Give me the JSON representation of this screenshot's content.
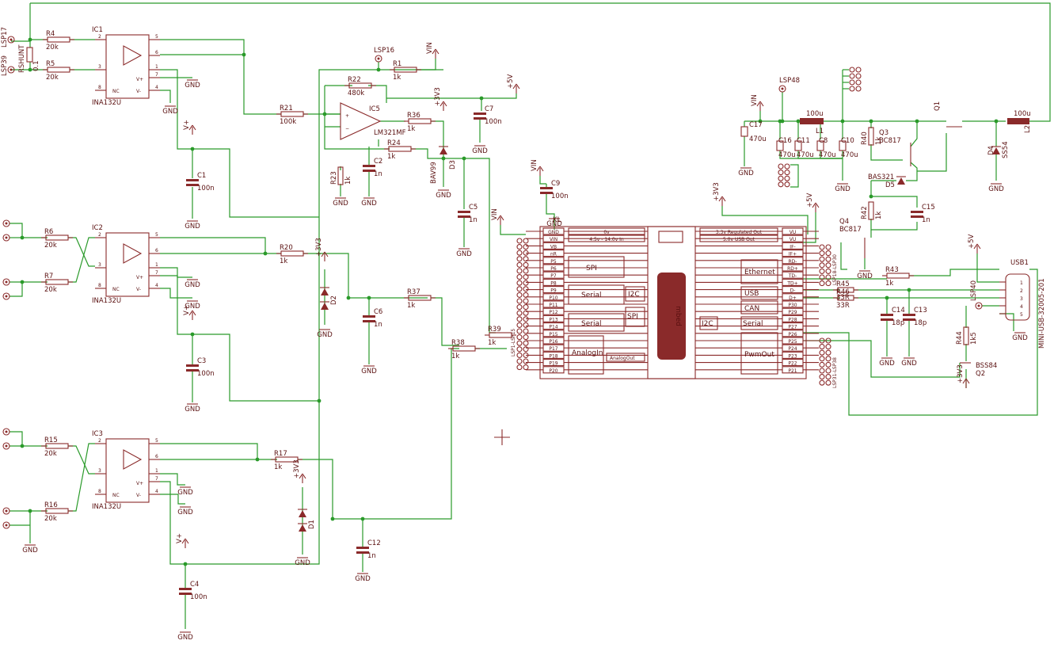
{
  "op_amps": [
    {
      "ref": "IC1",
      "part": "INA132U"
    },
    {
      "ref": "IC2",
      "part": "INA132U"
    },
    {
      "ref": "IC3",
      "part": "INA132U"
    },
    {
      "ref": "IC5",
      "part": "LM321MF"
    }
  ],
  "opamp_pins": {
    "p2": "2",
    "p3": "3",
    "p5": "5",
    "p6": "6",
    "p1": "1",
    "p7": "7",
    "p8": "8",
    "p4": "4",
    "nc": "NC",
    "vp": "V+",
    "vm": "V-"
  },
  "connectors": [
    "LSP17",
    "LSP39",
    "LSP16",
    "LSP48",
    "LSP40"
  ],
  "rshunt": {
    "ref": "RSHUNT",
    "val": "0.1"
  },
  "resistors": [
    {
      "ref": "R4",
      "val": "20k"
    },
    {
      "ref": "R5",
      "val": "20k"
    },
    {
      "ref": "R6",
      "val": "20k"
    },
    {
      "ref": "R7",
      "val": "20k"
    },
    {
      "ref": "R15",
      "val": "20k"
    },
    {
      "ref": "R16",
      "val": "20k"
    },
    {
      "ref": "R21",
      "val": "100k"
    },
    {
      "ref": "R22",
      "val": "480k"
    },
    {
      "ref": "R1",
      "val": "1k"
    },
    {
      "ref": "R36",
      "val": "1k"
    },
    {
      "ref": "R24",
      "val": "1k"
    },
    {
      "ref": "R23",
      "val": "1k"
    },
    {
      "ref": "R20",
      "val": "1k"
    },
    {
      "ref": "R37",
      "val": "1k"
    },
    {
      "ref": "R39",
      "val": "1k"
    },
    {
      "ref": "R38",
      "val": "1k"
    },
    {
      "ref": "R17",
      "val": "1k"
    },
    {
      "ref": "R40",
      "val": "1k"
    },
    {
      "ref": "R42",
      "val": "1k"
    },
    {
      "ref": "R43",
      "val": "1k"
    },
    {
      "ref": "R45",
      "val": "33R"
    },
    {
      "ref": "R46",
      "val": "33R"
    },
    {
      "ref": "R44",
      "val": "1k5"
    }
  ],
  "capacitors": [
    {
      "ref": "C1",
      "val": "100n"
    },
    {
      "ref": "C3",
      "val": "100n"
    },
    {
      "ref": "C4",
      "val": "100n"
    },
    {
      "ref": "C2",
      "val": "1n"
    },
    {
      "ref": "C7",
      "val": "100n"
    },
    {
      "ref": "C5",
      "val": "1n"
    },
    {
      "ref": "C6",
      "val": "1n"
    },
    {
      "ref": "C12",
      "val": "1n"
    },
    {
      "ref": "C9",
      "val": "100n"
    },
    {
      "ref": "C17",
      "val": "470u"
    },
    {
      "ref": "C16",
      "val": "470u"
    },
    {
      "ref": "C11",
      "val": "470u"
    },
    {
      "ref": "C8",
      "val": "470u"
    },
    {
      "ref": "C10",
      "val": "470u"
    },
    {
      "ref": "C15",
      "val": "1n"
    },
    {
      "ref": "C14",
      "val": "18p"
    },
    {
      "ref": "C13",
      "val": "18p"
    }
  ],
  "diodes": [
    {
      "ref": "D3",
      "val": "BAV99"
    },
    {
      "ref": "D2",
      "val": ""
    },
    {
      "ref": "D1",
      "val": ""
    },
    {
      "ref": "D4",
      "val": "SS54"
    },
    {
      "ref": "D5",
      "val": "BAS321"
    }
  ],
  "inductors": [
    {
      "ref": "L1",
      "val": "100u"
    },
    {
      "ref": "L2",
      "val": "100u"
    }
  ],
  "transistors": [
    {
      "ref": "Q1",
      "val": ""
    },
    {
      "ref": "Q3",
      "val": "BC817"
    },
    {
      "ref": "Q4",
      "val": "BC817"
    },
    {
      "ref": "Q2",
      "val": "BSS84"
    }
  ],
  "usb": {
    "ref": "USB1",
    "part": "MINI-USB-32005-201",
    "pins": [
      "1",
      "2",
      "3",
      "4",
      "5"
    ]
  },
  "supplies": {
    "gnd": "GND",
    "vin": "VIN",
    "v5": "+5V",
    "v33": "+3V3",
    "vplus": "V+"
  },
  "mbed": {
    "ref": "KL",
    "logo": "mbed",
    "left_pins": [
      "GND",
      "VIN",
      "VB",
      "nR",
      "P5",
      "P6",
      "P7",
      "P8",
      "P9",
      "P10",
      "P11",
      "P12",
      "P13",
      "P14",
      "P15",
      "P16",
      "P17",
      "P18",
      "P19",
      "P20"
    ],
    "right_pins": [
      "VU",
      "VU",
      "IF-",
      "IF+",
      "RD-",
      "RD+",
      "TD-",
      "TD+",
      "D-",
      "D+",
      "P30",
      "P29",
      "P28",
      "P27",
      "P26",
      "P25",
      "P24",
      "P23",
      "P22",
      "P21"
    ],
    "labels": {
      "gnd": "0v",
      "vin": "4.5v - 14.0v In",
      "v33": "3.3v Regulated Out",
      "v5": "5.0v USB Out",
      "spi": "SPI",
      "serial": "Serial",
      "i2c": "I2C",
      "analogin": "AnalogIn",
      "analogout": "AnalogOut",
      "ethernet": "Ethernet",
      "usb": "USB",
      "can": "CAN",
      "pwmout": "PwmOut"
    }
  },
  "header_labels": [
    "LSP1-LSP15",
    "LSP18-LSP30",
    "LSP31-LSP38"
  ]
}
